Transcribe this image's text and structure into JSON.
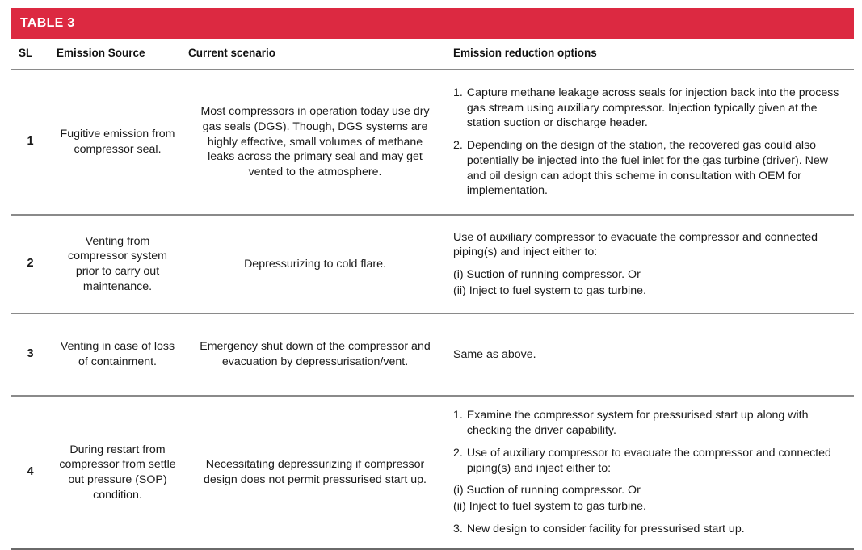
{
  "banner": {
    "title": "TABLE 3",
    "color": "#dc2941"
  },
  "table": {
    "headers": {
      "sl": "SL",
      "source": "Emission Source",
      "current": "Current scenario",
      "options": "Emission reduction options"
    },
    "rows": [
      {
        "sl": "1",
        "source": "Fugitive emission from compressor seal.",
        "current": "Most compressors in operation today use dry gas seals (DGS). Though, DGS systems are highly effective, small volumes of methane leaks across the primary seal and may get vented to the atmosphere.",
        "options": [
          {
            "marker": "1.",
            "text": "Capture methane leakage across seals for injection back into the process gas stream using auxiliary compressor. Injection typically given at the station suction or discharge header."
          },
          {
            "marker": "2.",
            "text": "Depending on the design of the station, the recovered gas could also potentially be injected into the fuel inlet for the gas turbine (driver). New and oil design can adopt this scheme in consultation with OEM for implementation."
          }
        ]
      },
      {
        "sl": "2",
        "source": "Venting from compressor system prior to carry out maintenance.",
        "current": "Depressurizing to cold flare.",
        "options": [
          {
            "marker": "",
            "text": "Use of auxiliary compressor to evacuate the compressor and connected piping(s) and inject either to:"
          },
          {
            "marker": "",
            "text": "(i) Suction of running compressor. Or",
            "tight": true
          },
          {
            "marker": "",
            "text": "(ii) Inject to fuel system to gas turbine."
          }
        ]
      },
      {
        "sl": "3",
        "source": "Venting in case of loss of containment.",
        "current": "Emergency shut down of the compressor and evacuation by depressurisation/vent.",
        "options": [
          {
            "marker": "",
            "text": "Same as above."
          }
        ]
      },
      {
        "sl": "4",
        "source": "During restart from compressor from settle out pressure (SOP) condition.",
        "current": "Necessitating depressurizing if compressor design does not permit pressurised start up.",
        "options": [
          {
            "marker": "1.",
            "text": "Examine the compressor system for pressurised start up along with checking the driver capability."
          },
          {
            "marker": "2.",
            "text": "Use of auxiliary compressor to evacuate the compressor and connected piping(s) and inject either to:"
          },
          {
            "marker": "",
            "text": "(i) Suction of running compressor. Or",
            "tight": true
          },
          {
            "marker": "",
            "text": "(ii) Inject to fuel system to gas turbine."
          },
          {
            "marker": "3.",
            "text": "New design to consider facility for pressurised start up."
          }
        ]
      }
    ]
  }
}
